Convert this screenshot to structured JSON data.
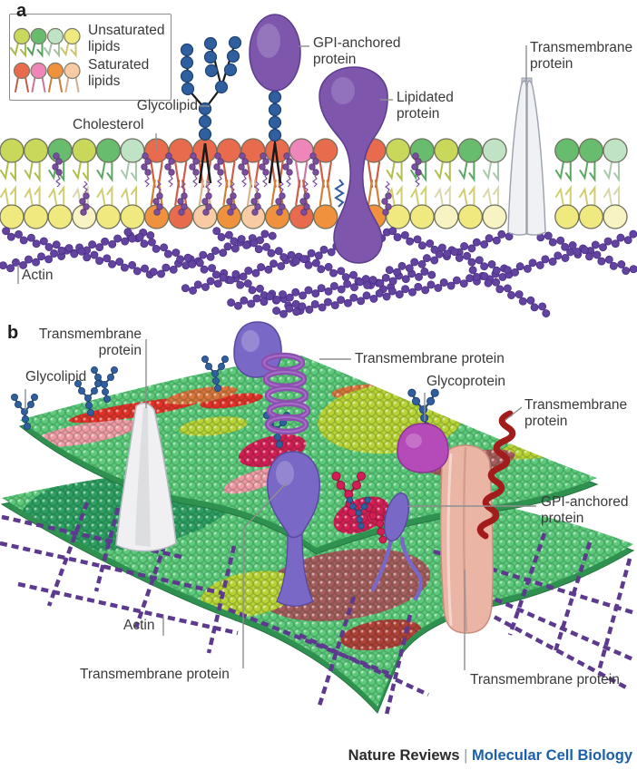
{
  "panel_a": {
    "tag": "a",
    "legend": {
      "unsaturated": "Unsaturated\nlipids",
      "saturated": "Saturated\nlipids"
    },
    "labels": {
      "glycolipid": "Glycolipid",
      "cholesterol": "Cholesterol",
      "gpi": "GPI-anchored\nprotein",
      "lipidated": "Lipidated\nprotein",
      "transmembrane": "Transmembrane\nprotein",
      "actin": "Actin"
    }
  },
  "panel_b": {
    "tag": "b",
    "labels": {
      "tm_top_left": "Transmembrane\nprotein",
      "glycolipid": "Glycolipid",
      "tm_top_mid": "Transmembrane protein",
      "glycoprotein": "Glycoprotein",
      "tm_right": "Transmembrane\nprotein",
      "gpi": "GPI-anchored\nprotein",
      "actin": "Actin",
      "tm_bottom_left": "Transmembrane protein",
      "tm_bottom_right": "Transmembrane protein"
    }
  },
  "footer": {
    "journal": "Nature Reviews",
    "separator": "|",
    "title": "Molecular Cell Biology"
  },
  "colors": {
    "label_text": "#3a3a3a",
    "leader": "#8f8f8f",
    "protein_purple": "#7e57ad",
    "protein_purple_dark": "#5c3c8e",
    "bead_blue": "#2f5f9f",
    "bead_blue_dark": "#1e4374",
    "cholesterol": "#7b4fa0",
    "actin": "#6243a0",
    "actin_dark": "#472c82",
    "lipid_olive": "#c9d85a",
    "lipid_green": "#67bd6d",
    "lipid_palegreen": "#bfe3c4",
    "lipid_yellow": "#efe97f",
    "lipid_paleyellow": "#f7f3c2",
    "lipid_red": "#e96b4e",
    "lipid_pink": "#ef86b9",
    "lipid_orange": "#f0913e",
    "lipid_peach": "#f8cba4",
    "tm_white": "#f0f1f5",
    "tm_white_shade": "#c4c9d5",
    "tm_stroke": "#9aa0ac",
    "black_tail": "#1a1a1a",
    "b_green": "#5cc97b",
    "b_green_light": "#8fdd9f",
    "b_green_edge": "#2f9150",
    "b_lime": "#b9d336",
    "b_red": "#e23128",
    "b_salmon_pink": "#f09aa5",
    "b_crimson": "#d41d55",
    "b_orange": "#d9743c",
    "b_maroon": "#a65c5c",
    "b_darkred": "#b04038",
    "b_darkgreen": "#2e9e62",
    "b_cone": "#f0f0f3",
    "b_cone_shade": "#d8dade",
    "b_column": "#eab5a4",
    "b_column_dark": "#c68d7c",
    "b_helix": "#a31c1c",
    "b_spiral": "#8b4fae",
    "b_spiral_light": "#a86cc9",
    "b_magenta": "#b44bb9",
    "b_magenta_dark": "#8d3594",
    "b_slate_purple": "#7a68c6",
    "b_slate_dark": "#5a4a9e",
    "footer_black": "#2b2b2b",
    "footer_blue": "#1c5fa8",
    "footer_sep": "#9a9a9a"
  }
}
